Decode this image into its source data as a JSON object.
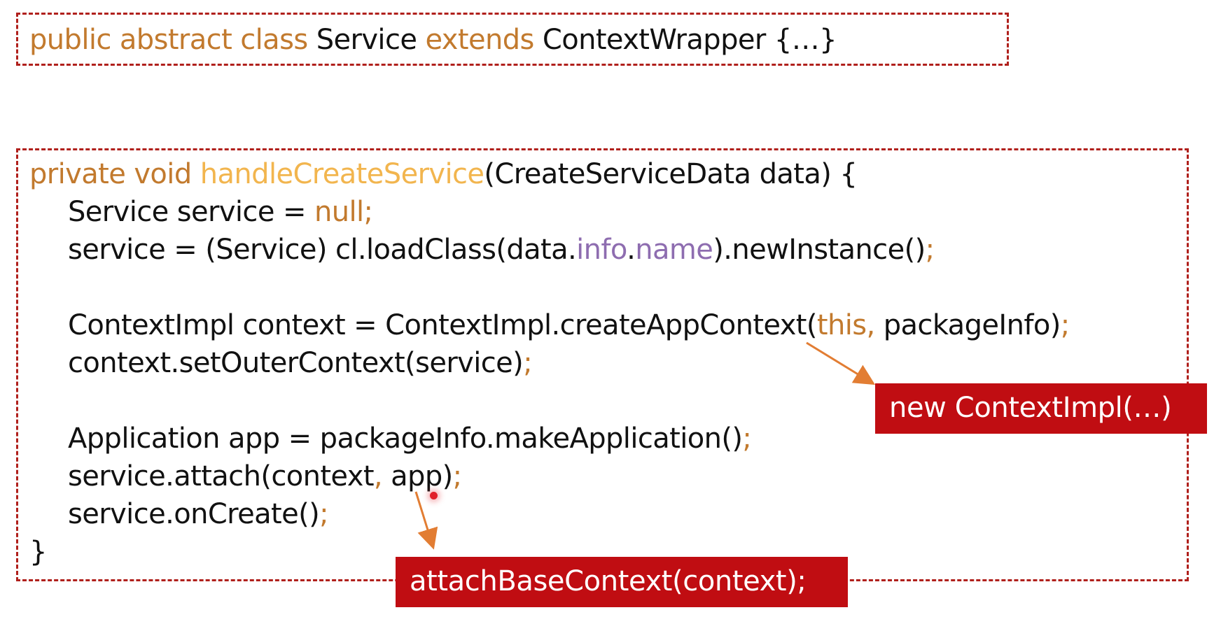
{
  "class_decl": {
    "kw_public": "public",
    "kw_abstract": "abstract",
    "kw_class": "class",
    "class_name": "Service",
    "kw_extends": "extends",
    "parent_name": "ContextWrapper",
    "body": "{…}"
  },
  "method": {
    "kw_private": "private",
    "kw_void": "void",
    "name": "handleCreateService",
    "params": "(CreateServiceData data) {",
    "line1": "Service service = ",
    "line1_null": "null",
    "line2_a": "service = (Service) cl.loadClass(data.",
    "line2_info": "info",
    "line2_dot": ".",
    "line2_name": "name",
    "line2_b": ").newInstance()",
    "line3_a": "ContextImpl context = ContextImpl.createAppContext(",
    "line3_this": "this",
    "line3_comma": ",",
    "line3_b": " packageInfo)",
    "line4": "context.setOuterContext(service)",
    "line5": "Application app = packageInfo.makeApplication()",
    "line6_a": "service.attach(context",
    "line6_comma": ",",
    "line6_b": " app)",
    "line7": "service.onCreate()",
    "semicolon": ";",
    "close_brace": "}"
  },
  "annotations": {
    "new_context": "new ContextImpl(…)",
    "attach_base": "attachBaseContext(context);"
  },
  "colors": {
    "keyword": "#c27a2e",
    "method_name": "#f2b54e",
    "field": "#8e6db0",
    "box_border": "#b0201c",
    "tag_background": "#c00d12",
    "arrow": "#e27d33"
  }
}
